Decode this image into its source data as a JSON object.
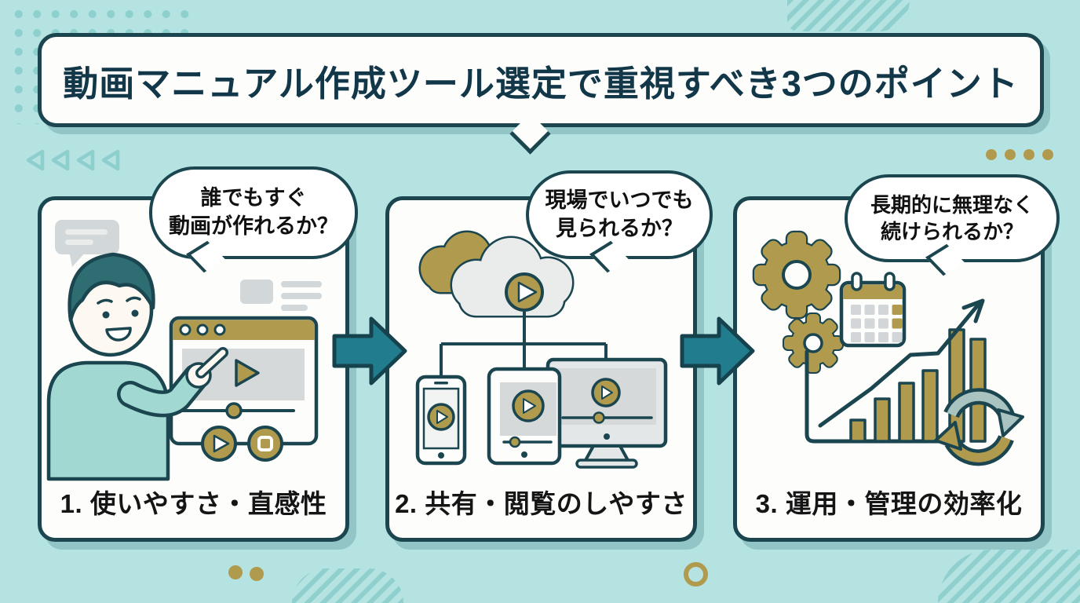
{
  "colors": {
    "background": "#b5e3e2",
    "outline": "#1b4650",
    "gold": "#b09a4e",
    "arrow_fill": "#217d8e",
    "card_background": "#fdfdfc",
    "title_text": "#123748",
    "body_text": "#141414",
    "decor_teal": "#8ed0ce"
  },
  "banner": {
    "title": "動画マニュアル作成ツール選定で重視すべき3つのポイント"
  },
  "steps": [
    {
      "question_line1": "誰でもすぐ",
      "question_line2": "動画が作れるか？",
      "label": "1. 使いやすさ・直感性",
      "illustration": "person-creating-video-icon"
    },
    {
      "question_line1": "現場でいつでも",
      "question_line2": "見られるか？",
      "label": "2. 共有・閲覧のしやすさ",
      "illustration": "cloud-devices-icon"
    },
    {
      "question_line1": "長期的に無理なく",
      "question_line2": "続けられるか？",
      "label": "3. 運用・管理の効率化",
      "illustration": "gears-calendar-growth-icon"
    }
  ]
}
